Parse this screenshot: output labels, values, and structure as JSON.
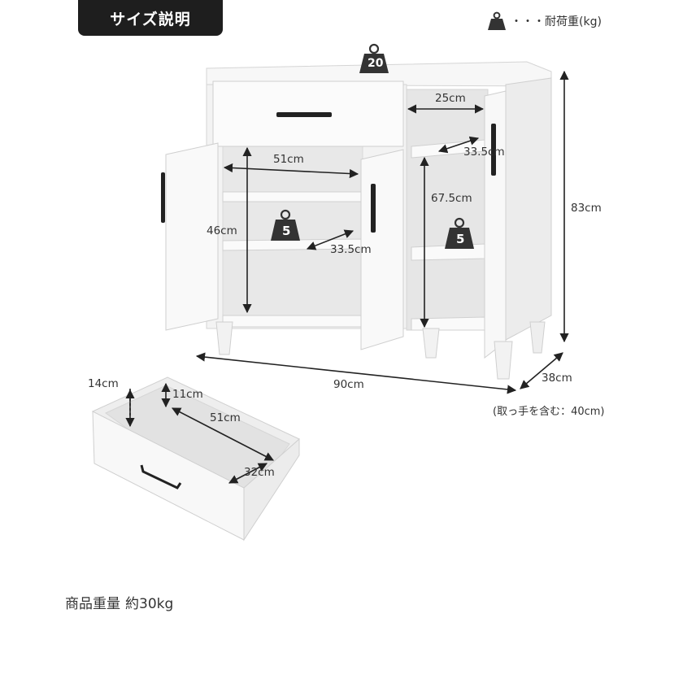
{
  "header": {
    "tag": "サイズ説明"
  },
  "legend": {
    "text": "・・・耐荷重(kg)",
    "icon": "weight-icon"
  },
  "loads": {
    "top": "20",
    "shelf_left": "5",
    "shelf_right": "5"
  },
  "dims": {
    "drawer_width": "51cm",
    "left_height": "46cm",
    "left_depth": "33.5cm",
    "right_width": "25cm",
    "right_depth": "33.5cm",
    "right_height": "67.5cm",
    "total_height": "83cm",
    "total_width": "90cm",
    "total_depth": "38cm",
    "depth_with_handle": "(取っ手を含む：40cm)",
    "drawer_outer_height": "14cm",
    "drawer_inner_height": "11cm",
    "drawer_inner_width": "51cm",
    "drawer_inner_depth": "32cm"
  },
  "note": {
    "label": "商品重量",
    "value": "約30kg"
  },
  "colors": {
    "tag_bg": "#1e1e1e",
    "arrow": "#222222",
    "body": "#f4f4f4",
    "edge": "#d0d0d0"
  }
}
